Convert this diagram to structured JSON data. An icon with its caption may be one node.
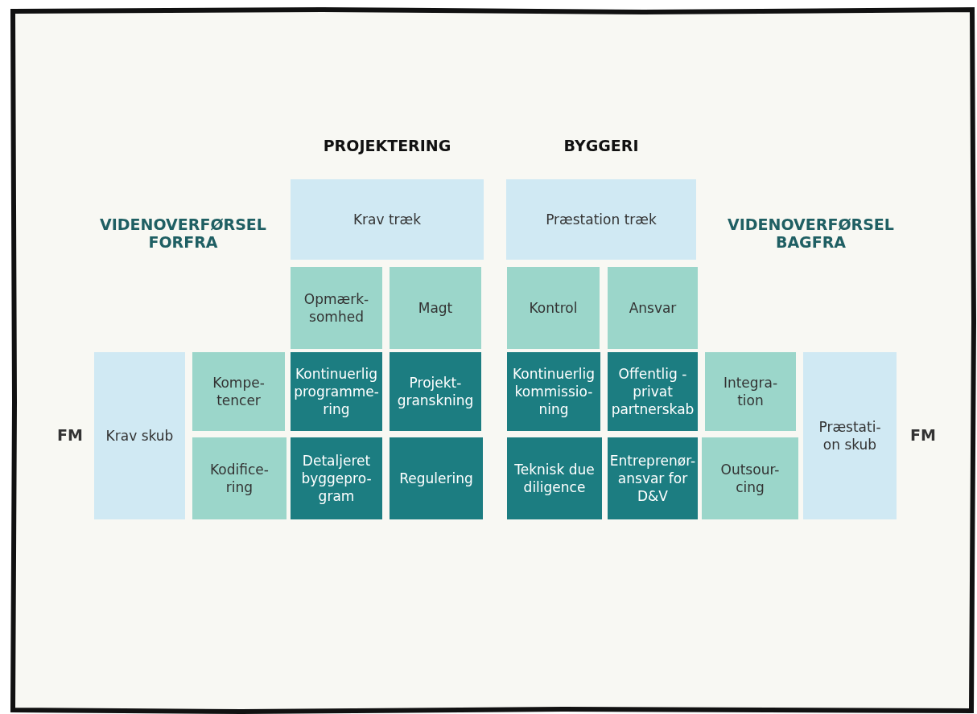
{
  "diagram": {
    "nodes": [
      {
        "text": [
          "Krav træk"
        ]
      },
      {
        "text": [
          "Præstation træk"
        ]
      },
      {
        "text": [
          "Opmærk-somhed"
        ]
      },
      {
        "text": [
          "Magt"
        ]
      },
      {
        "text": [
          "Kontrol"
        ]
      },
      {
        "text": [
          "Ansvar"
        ]
      },
      {
        "text": [
          "Krav skub"
        ]
      },
      {
        "text": [
          "Kompe-tencer"
        ]
      },
      {
        "text": [
          "Kodifice-ring"
        ]
      },
      {
        "text": [
          "Kontinuerlig programme-ring"
        ]
      },
      {
        "text": [
          "Projekt-granskning"
        ]
      },
      {
        "text": [
          "Detaljeret byggepro-gram"
        ]
      },
      {
        "text": [
          "Regulering"
        ]
      },
      {
        "text": [
          "Kontinuerlig kommissio-ning"
        ]
      },
      {
        "text": [
          "Offentlig -privat partnerskab"
        ]
      },
      {
        "text": [
          "Teknisk due diligence"
        ]
      },
      {
        "text": [
          "Entreprenør-ansvar for D&V"
        ]
      },
      {
        "text": [
          "Integra-tion"
        ]
      },
      {
        "text": [
          "Outsour-cing"
        ]
      },
      {
        "text": [
          "Præstati-on skub"
        ]
      }
    ],
    "labels": [
      "PROJEKTERING",
      "BYGGERI",
      "VIDENOVERFØRSEL FORFRA",
      "VIDENOVERFØRSEL BAGFRA",
      "FM",
      "FM"
    ]
  }
}
